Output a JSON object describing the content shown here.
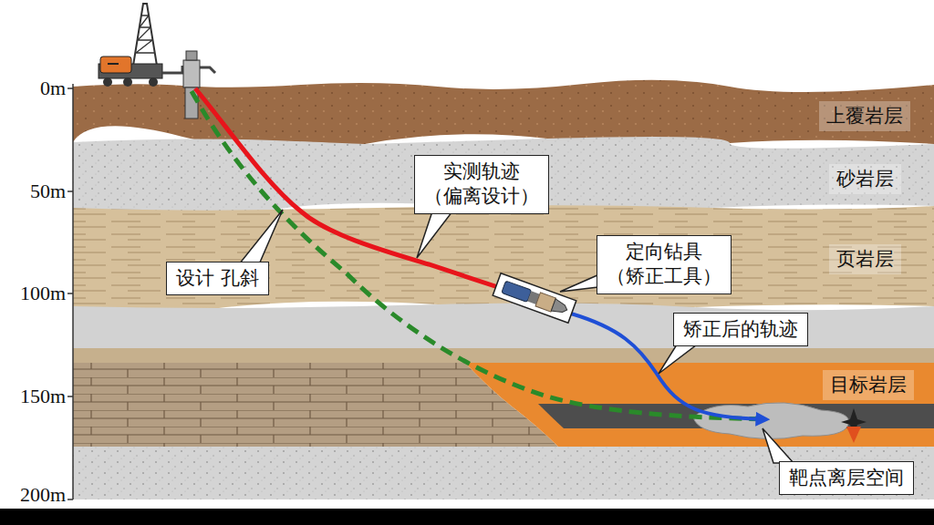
{
  "diagram": {
    "nodes": [
      {
        "text": [
          "上覆岩层"
        ]
      },
      {
        "text": [
          "砂岩层"
        ]
      },
      {
        "text": [
          "实测轨迹 （偏离设计）"
        ]
      },
      {
        "text": [
          "设计 孔斜"
        ]
      },
      {
        "text": [
          "页岩层"
        ]
      },
      {
        "text": [
          "定向钻具 （矫正工具）"
        ]
      },
      {
        "text": [
          "矫正后的轨迹"
        ]
      },
      {
        "text": [
          "目标岩层"
        ]
      },
      {
        "text": [
          "靶点离层空间"
        ]
      }
    ],
    "labels": [
      "0m",
      "50m",
      "100m",
      "150m",
      "200m"
    ]
  }
}
